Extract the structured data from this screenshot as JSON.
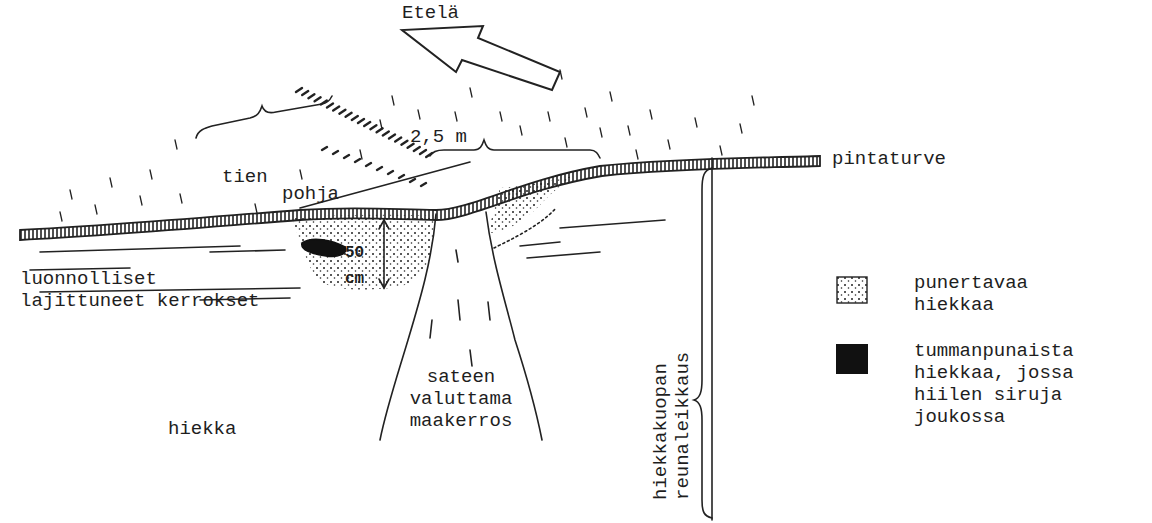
{
  "diagram": {
    "labels": [
      "Etelä",
      "tien",
      "pohja",
      "2,5 m",
      "pintaturve",
      "50 cm",
      "luonnolliset lajittuneet kerrokset",
      "hiekka",
      "sateen valuttama maakerros",
      "hiekkakuopan reunaleikkaus"
    ],
    "legend": [
      {
        "text": "punertavaa hiekkaa"
      },
      {
        "text": "tummanpunaista hiekkaa, jossa hiilen siruja joukossa",
        "color": "#111111"
      }
    ]
  }
}
